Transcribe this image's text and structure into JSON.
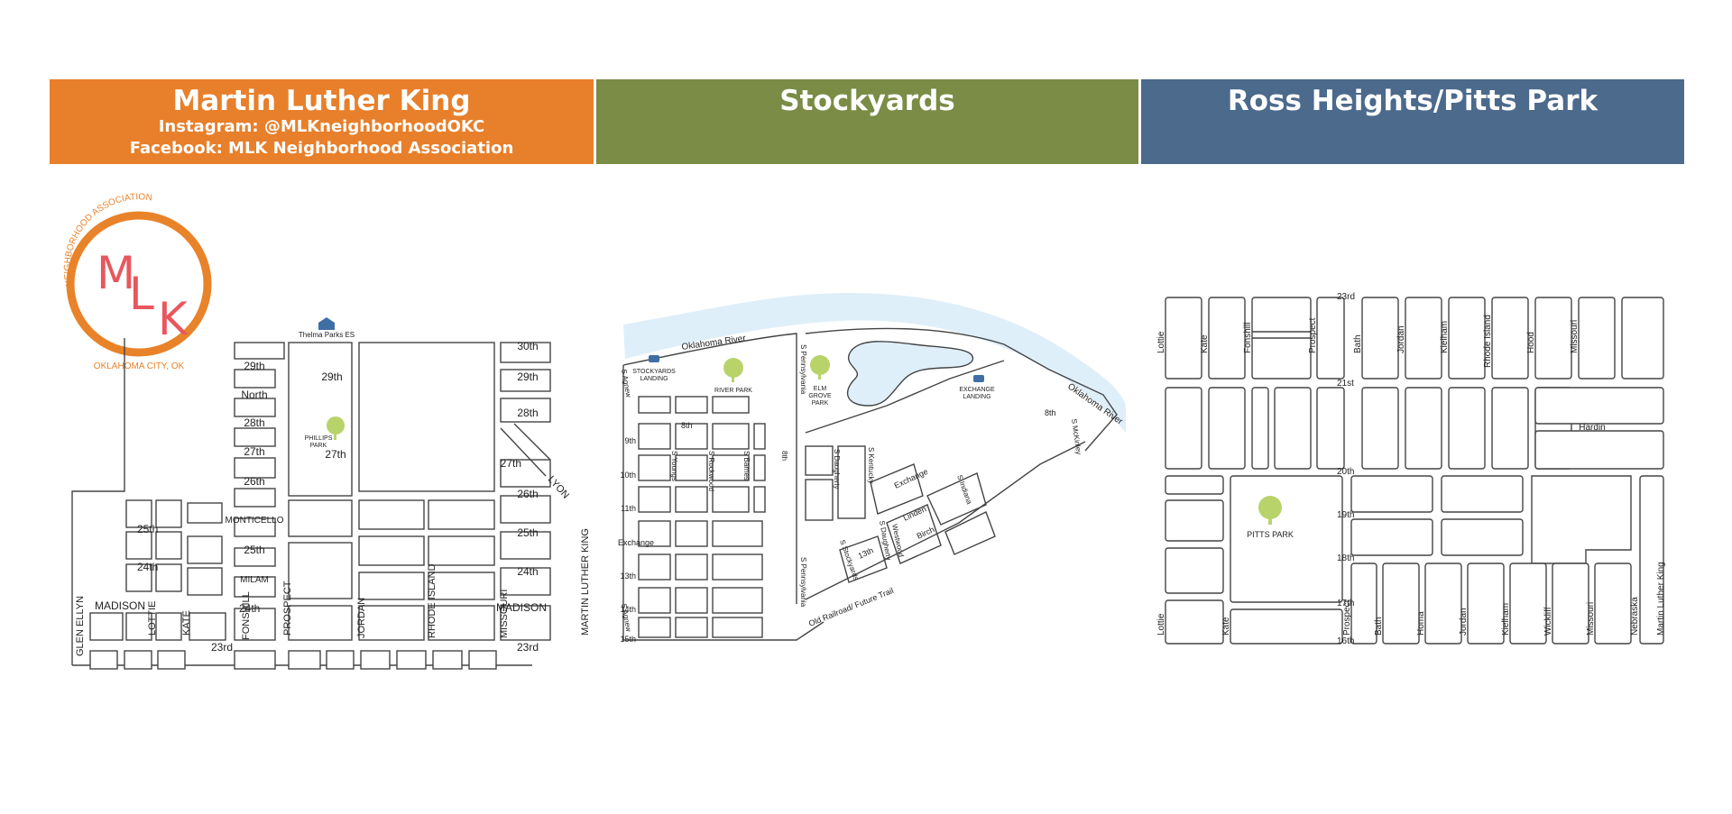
{
  "colors": {
    "mlk_header": "#e87f2a",
    "stockyards_header": "#7a8c45",
    "ross_header": "#4b6a8c",
    "logo_ring": "#e8832a",
    "logo_letters": "#e8575d",
    "river": "#dfeffa",
    "park_tree": "#b8d36a",
    "school_icon": "#3f6ea5"
  },
  "headers": {
    "mlk": {
      "title": "Martin Luther King",
      "instagram": "Instagram: @MLKneighborhoodOKC",
      "facebook": "Facebook: MLK Neighborhood Association"
    },
    "stockyards": {
      "title": "Stockyards"
    },
    "ross": {
      "title": "Ross Heights/Pitts Park"
    }
  },
  "logo": {
    "letters": "MLK",
    "arc_text": "NEIGHBORHOOD ASSOCIATION",
    "city": "OKLAHOMA CITY, OK"
  },
  "mlk_map": {
    "school": "Thelma Parks ES",
    "park": [
      "PHILLIPS",
      "PARK"
    ],
    "streets": {
      "s30_r": "30th",
      "s29_l": "29th",
      "s29_m": "29th",
      "s29_r": "29th",
      "north": "North",
      "s28_l": "28th",
      "s28_r": "28th",
      "s27_l": "27th",
      "s27_m": "27th",
      "s27_r": "27th",
      "lyon": "LYON",
      "s26_l": "26th",
      "s26_r": "26th",
      "monticello": "MONTICELLO",
      "s25_far": "25th",
      "s25_l": "25th",
      "s25_r": "25th",
      "s24_far": "24th",
      "s24_r": "24th",
      "milam": "MILAM",
      "s24_m": "24th",
      "madison_l": "MADISON",
      "madison_r": "MADISON",
      "s23_l": "23rd",
      "s23_r": "23rd",
      "glen_ellyn": "GLEN ELLYN",
      "lottie": "LOTTIE",
      "kate": "KATE",
      "fonshill": "FONSHILL",
      "prospect": "PROSPECT",
      "jordan": "JORDAN",
      "rhode_island": "RHODE ISLAND",
      "missouri": "MISSOURI",
      "martin_luther_king": "MARTIN LUTHER KING"
    }
  },
  "stockyards_map": {
    "river_w": "Oklahoma River",
    "river_e": "Oklahoma River",
    "stockyards_landing": [
      "STOCKYARDS",
      "LANDING"
    ],
    "river_park": "RIVER PARK",
    "elm_grove_park": [
      "ELM",
      "GROVE",
      "PARK"
    ],
    "exchange_landing": [
      "EXCHANGE",
      "LANDING"
    ],
    "streets": {
      "s_agnew_n": "S Agnew",
      "s_agnew_s": "S Agnew",
      "s8_w": "8th",
      "s8_e": "8th",
      "s9": "9th",
      "s10": "10th",
      "s11": "11th",
      "exchange_w": "Exchange",
      "s13_w": "13th",
      "s14": "14th",
      "s15": "15th",
      "s_youngs": "S Youngs",
      "s_rockwood": "S Rockwood",
      "s_barnes": "S Barnes",
      "c8th": "8th",
      "s_penn_n": "S Pennsylvania",
      "s_penn_s": "S Pennsylvania",
      "s_daugherty_n": "S Daugherty",
      "s_daugherty_s": "S Daugherty",
      "s_kentucky": "S Kentucky",
      "exchange_e": "Exchange",
      "linden": "Linden",
      "birch": "Birch",
      "westwood": "Westwood",
      "s_indiana": "S Indiana",
      "s13_e": "13th",
      "s_stockyards": "S Stockyards",
      "old_railroad": "Old Railroad/ Future Trail",
      "s_mckinley": "S McKinley"
    }
  },
  "ross_map": {
    "park": "PITTS PARK",
    "streets": {
      "s23": "23rd",
      "s21": "21st",
      "s20": "20th",
      "s19": "19th",
      "s18": "18th",
      "s17": "17th",
      "s16": "16th",
      "hardin": "Hardin",
      "lottie_n": "Lottie",
      "kate_n": "Kate",
      "fonshill": "Fonshill",
      "prospect_n": "Prospect",
      "bath_n": "Bath",
      "jordan_n": "Jordan",
      "kielham_n": "Kielham",
      "rhode_island": "Rhode Island",
      "hood": "Hood",
      "missouri_n": "Missouri",
      "lottie_s": "Lottie",
      "kate_s": "Kate",
      "prospect_s": "Prospect",
      "bath_s": "Bath",
      "homa": "Homa",
      "jordan_s": "Jordan",
      "kielham_s": "Kielham",
      "wickliff": "Wickliff",
      "missouri_s": "Missouri",
      "nebraska": "Nebraska",
      "martin_luther_king": "Martin Luther King"
    }
  }
}
